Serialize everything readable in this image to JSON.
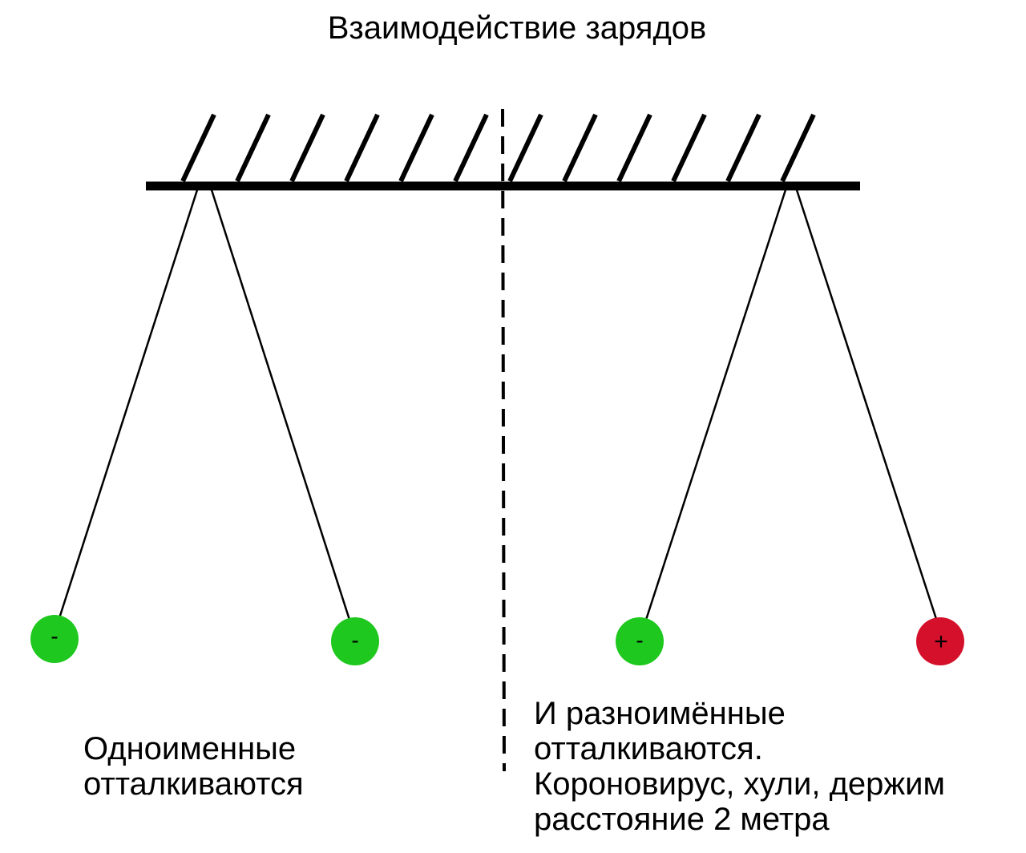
{
  "title": "Взаимодействие зарядов",
  "colors": {
    "negative": "#1ec81e",
    "positive": "#d4102a",
    "line": "#000000"
  },
  "balls": [
    {
      "sign": "-",
      "charge": "negative"
    },
    {
      "sign": "-",
      "charge": "negative"
    },
    {
      "sign": "-",
      "charge": "negative"
    },
    {
      "sign": "+",
      "charge": "positive"
    }
  ],
  "captions": {
    "left": [
      "Одноименные",
      "отталкиваются"
    ],
    "right": [
      "И разноимённые",
      "отталкиваются.",
      "Короновирус, хули, держим",
      "расстояние 2 метра"
    ]
  }
}
